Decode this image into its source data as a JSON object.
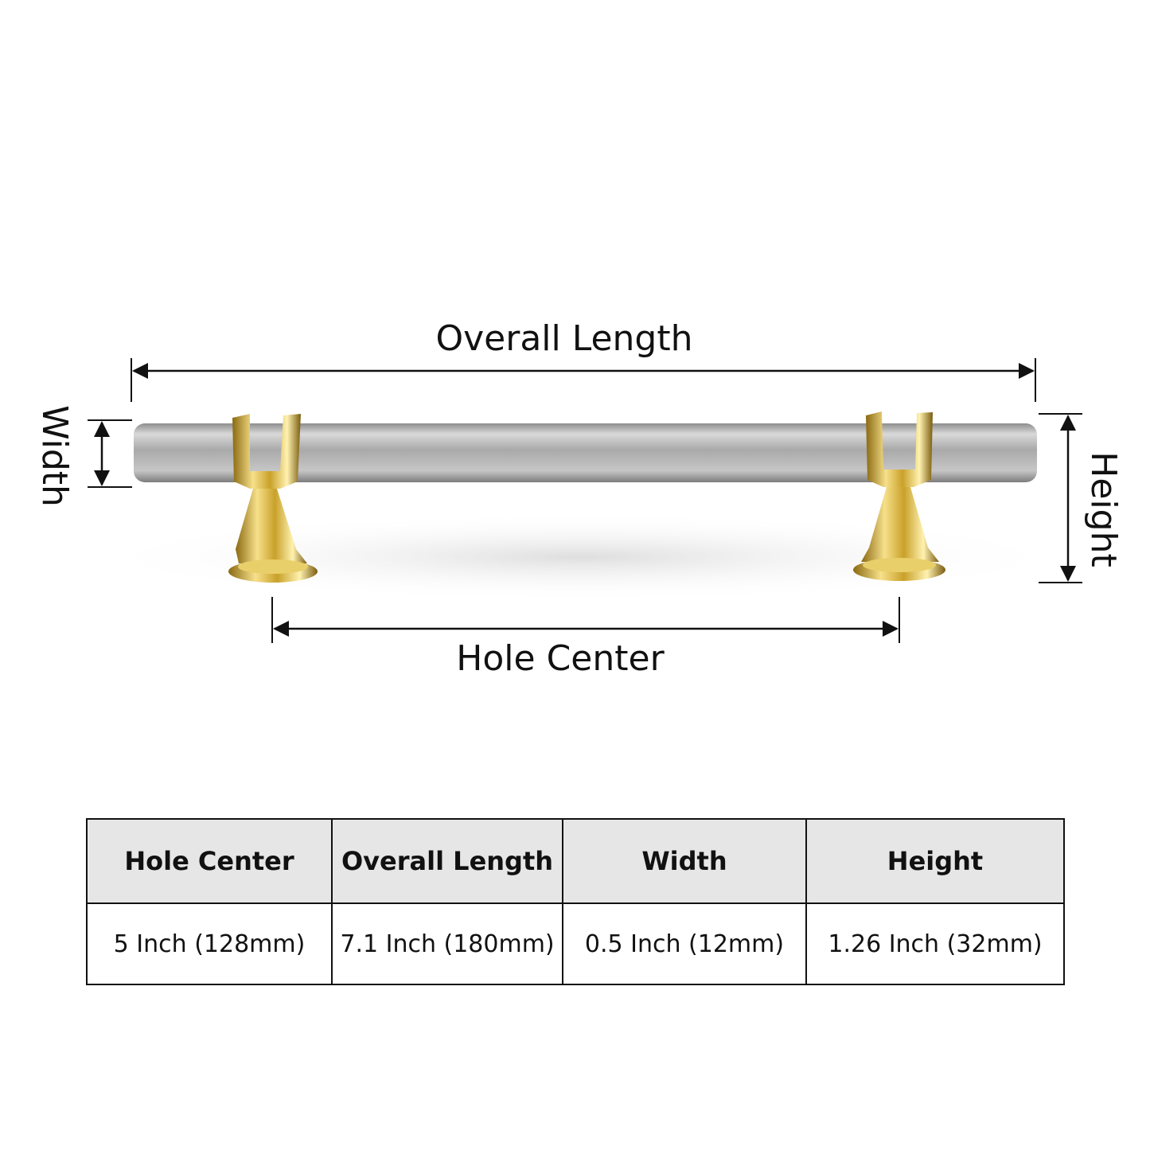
{
  "diagram": {
    "labels": {
      "overall_length": "Overall Length",
      "hole_center": "Hole Center",
      "width": "Width",
      "height": "Height"
    },
    "colors": {
      "bar": "#b8b8b8",
      "gold": "#e0bc3c",
      "arrow": "#111111"
    }
  },
  "table": {
    "headers": [
      "Hole Center",
      "Overall Length",
      "Width",
      "Height"
    ],
    "values": [
      "5 Inch (128mm)",
      "7.1 Inch (180mm)",
      "0.5 Inch (12mm)",
      "1.26 Inch (32mm)"
    ]
  }
}
